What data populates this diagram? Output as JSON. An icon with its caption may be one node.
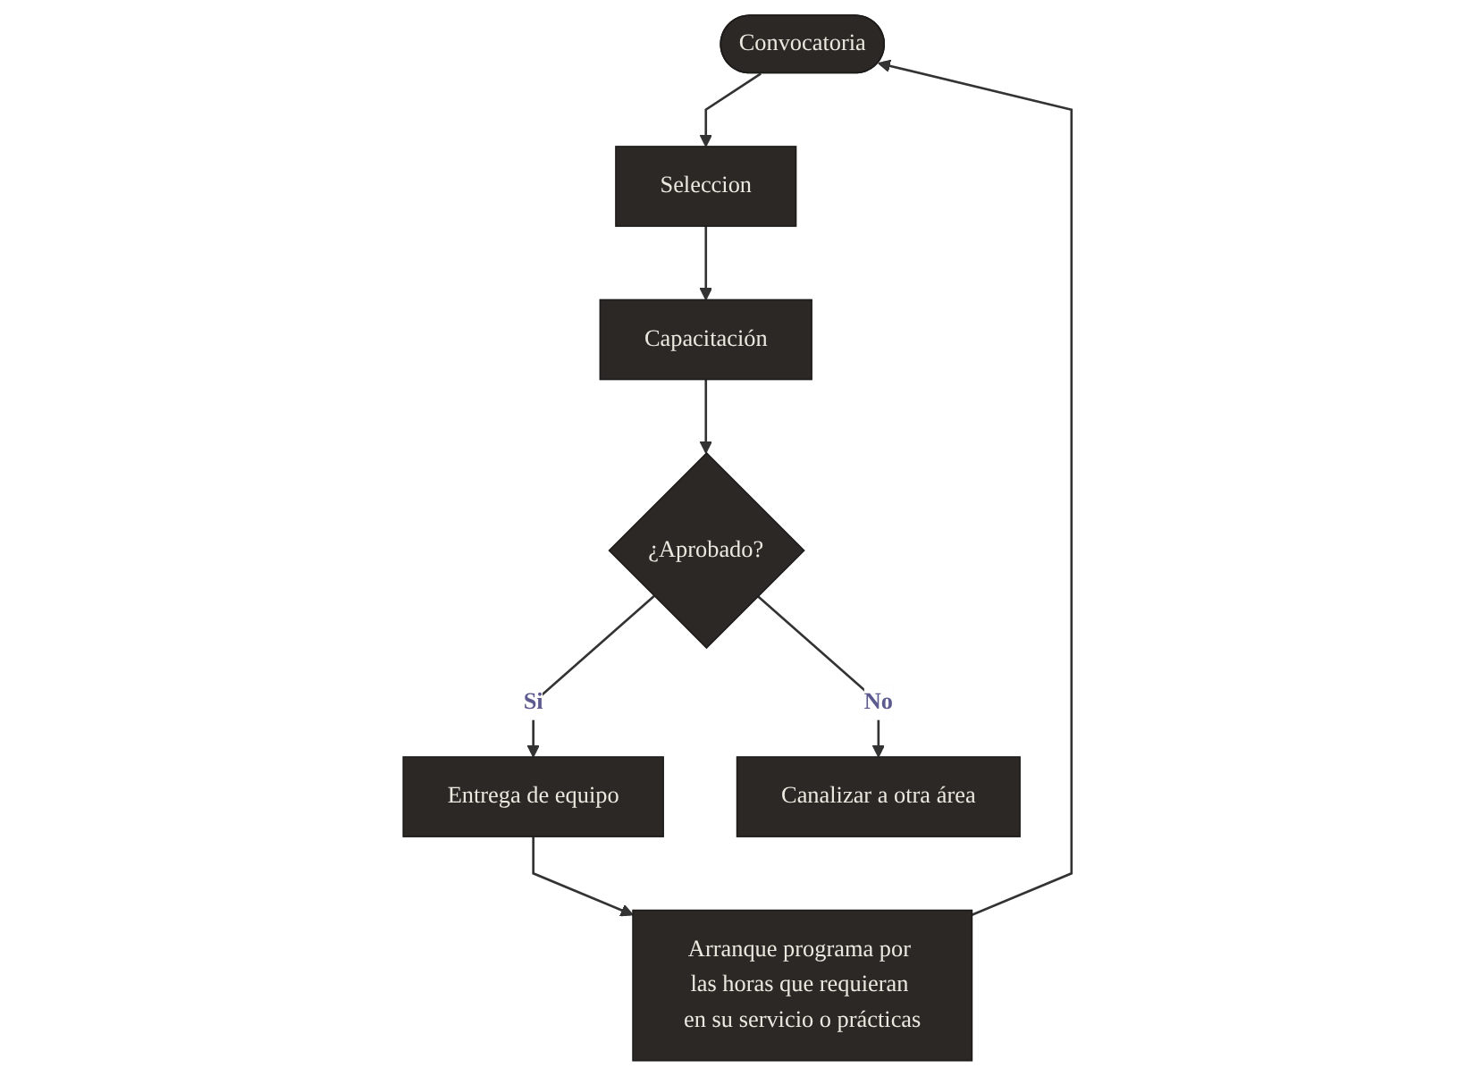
{
  "diagram": {
    "nodes": [
      {
        "text": [
          "Convocatoria"
        ]
      },
      {
        "text": [
          "Seleccion"
        ]
      },
      {
        "text": [
          "Capacitación"
        ]
      },
      {
        "text": [
          "¿Aprobado?"
        ]
      },
      {
        "text": [
          "Entrega de equipo"
        ]
      },
      {
        "text": [
          "Canalizar a otra área"
        ]
      },
      {
        "text": [
          "Arranque programa por las horas que requieran en su servicio o prácticas"
        ]
      }
    ],
    "edges": [
      {
        "from": 0,
        "to": 1,
        "arrow": "to"
      },
      {
        "from": 1,
        "to": 2,
        "arrow": "to"
      },
      {
        "from": 2,
        "to": 3,
        "arrow": "to"
      },
      {
        "from": 3,
        "to": 4,
        "arrow": "to",
        "label": "Si"
      },
      {
        "from": 3,
        "to": 5,
        "arrow": "to",
        "label": "No"
      },
      {
        "from": 4,
        "to": 6,
        "arrow": "to"
      },
      {
        "from": 6,
        "to": 0,
        "arrow": "to"
      }
    ]
  }
}
